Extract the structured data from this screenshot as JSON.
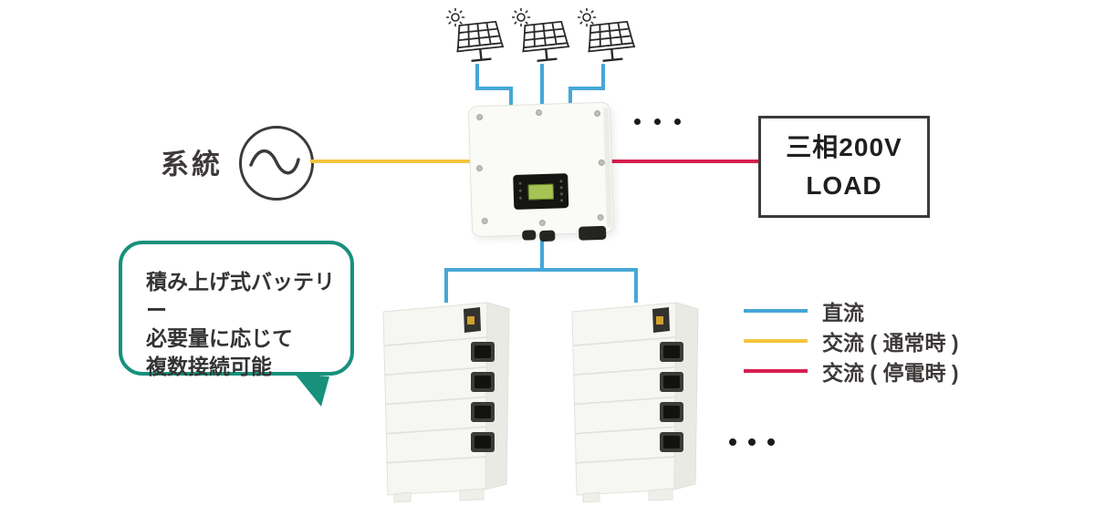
{
  "colors": {
    "dc_line": "#45A7D7",
    "ac_normal_line": "#F3C53F",
    "ac_backup_line": "#D81E4F",
    "callout_border": "#17917B",
    "outline": "#3E3A39"
  },
  "grid": {
    "label": "系統"
  },
  "load_box": {
    "line1": "三相200V",
    "line2": "LOAD"
  },
  "callout": {
    "lines": [
      "積み上げ式バッテリー",
      "必要量に応じて",
      "複数接続可能"
    ]
  },
  "legend": {
    "items": [
      {
        "label": "直流",
        "color": "#45A7D7"
      },
      {
        "label": "交流 ( 通常時 )",
        "color": "#F3C53F"
      },
      {
        "label": "交流 ( 停電時 )",
        "color": "#D81E4F"
      }
    ]
  }
}
